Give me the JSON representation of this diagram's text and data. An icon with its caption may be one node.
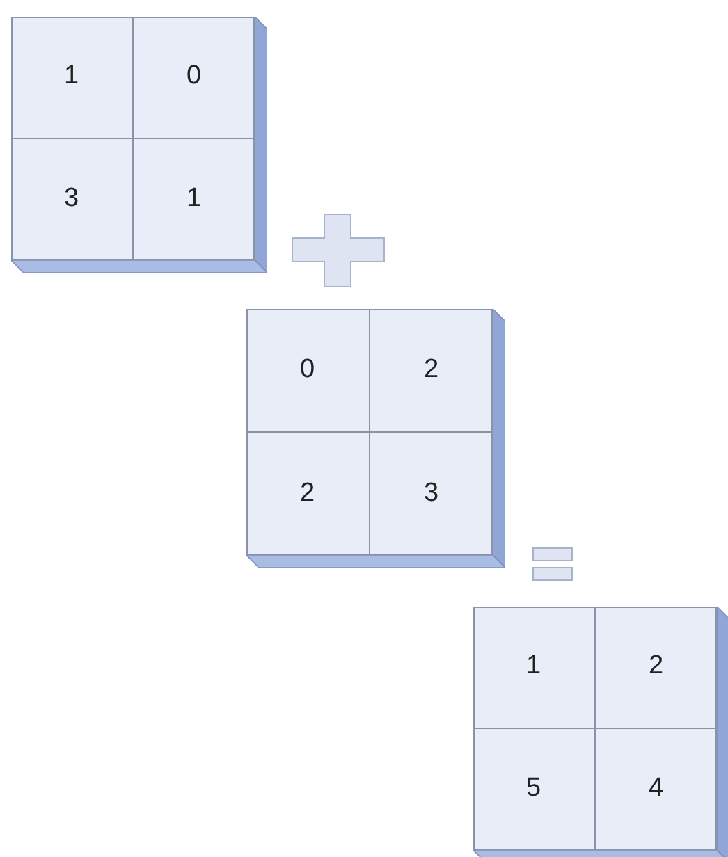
{
  "diagram": {
    "labels": [
      "1",
      "0",
      "3",
      "1",
      "0",
      "2",
      "2",
      "3",
      "1",
      "2",
      "5",
      "4"
    ]
  }
}
